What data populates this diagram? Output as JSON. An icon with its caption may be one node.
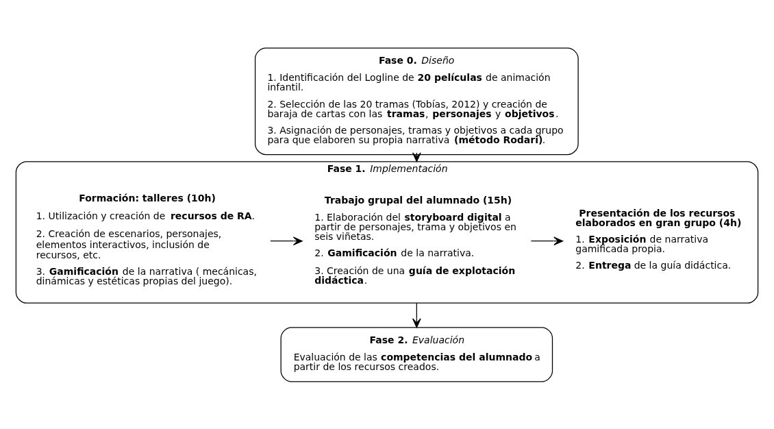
{
  "diagram": {
    "nodes": [
      {
        "text": [
          "**Fase 0.** *Diseño*",
          "1. Identificación del Logline de **20 películas** de animación infantil.",
          "2. Selección de las 20 tramas (Tobías, 2012) y creación de baraja de cartas con las **tramas**, **personajes** y **objetivos**.",
          "3. Asignación de personajes, tramas y objetivos a cada grupo para que elaboren su propia narrativa **(método Rodari)**."
        ]
      },
      {
        "text": [
          "**Fase 1.** *Implementación*"
        ]
      },
      {
        "text": [
          "**Formación: talleres (10h)**",
          "1. Utilización y creación de **recursos de RA**.",
          "2. Creación de escenarios, personajes, elementos interactivos, inclusión de recursos, etc.",
          "3. **Gamificación** de la narrativa ( mecánicas, dinámicas y estéticas propias del juego)."
        ],
        "in": 1
      },
      {
        "text": [
          "**Trabajo grupal del alumnado (15h)**",
          "1. Elaboración del **storyboard digital** a partir de personajes, trama y objetivos en seis viñetas.",
          "2. **Gamificación** de la narrativa.",
          "3. Creación de una **guía de explotación didáctica**."
        ],
        "in": 1
      },
      {
        "text": [
          "**Presentación de los recursos elaborados en gran grupo (4h)**",
          "1. **Exposición** de narrativa gamificada propia.",
          "2. **Entrega** de la guía didáctica."
        ],
        "in": 1
      },
      {
        "text": [
          "**Fase 2.** *Evaluación*",
          "Evaluación de las **competencias del alumnado** a partir de los recursos creados."
        ]
      }
    ],
    "edges": [
      {
        "from": 0,
        "to": 1,
        "arrow": "to"
      },
      {
        "from": 2,
        "to": 3,
        "arrow": "to"
      },
      {
        "from": 3,
        "to": 4,
        "arrow": "to"
      },
      {
        "from": 1,
        "to": 5,
        "arrow": "to"
      }
    ]
  }
}
